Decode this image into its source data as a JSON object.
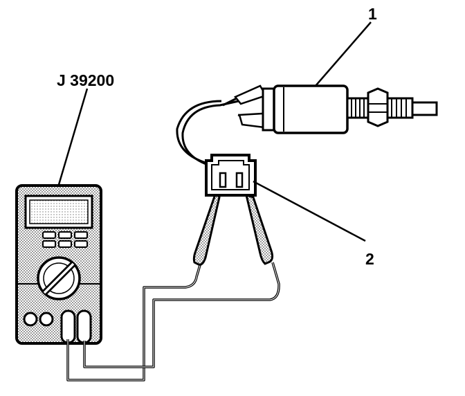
{
  "labels": {
    "tool": "J 39200",
    "callout_1": "1",
    "callout_2": "2"
  },
  "colors": {
    "ink": "#000000",
    "meter_fill": "#bdbdbd",
    "paper": "#ffffff"
  }
}
